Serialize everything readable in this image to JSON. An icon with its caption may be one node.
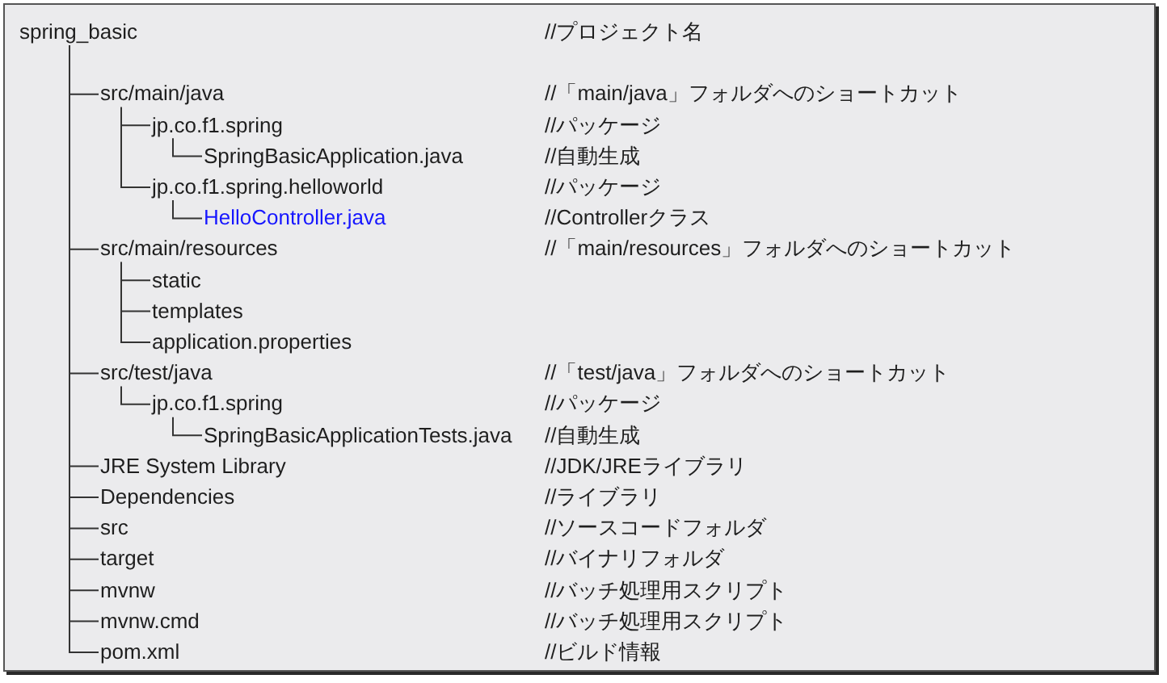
{
  "diagram": {
    "nodes": [
      {
        "text": [
          "spring_basic"
        ]
      },
      {
        "text": [
          "src/main/java"
        ]
      },
      {
        "text": [
          "jp.co.f1.spring"
        ]
      },
      {
        "text": [
          "SpringBasicApplication.java"
        ]
      },
      {
        "text": [
          "jp.co.f1.spring.helloworld"
        ]
      },
      {
        "text": [
          "HelloController.java"
        ]
      },
      {
        "text": [
          "src/main/resources"
        ]
      },
      {
        "text": [
          "static"
        ]
      },
      {
        "text": [
          "templates"
        ]
      },
      {
        "text": [
          "application.properties"
        ]
      },
      {
        "text": [
          "src/test/java"
        ]
      },
      {
        "text": [
          "jp.co.f1.spring"
        ]
      },
      {
        "text": [
          "SpringBasicApplicationTests.java"
        ]
      },
      {
        "text": [
          "JRE System Library"
        ]
      },
      {
        "text": [
          "Dependencies"
        ]
      },
      {
        "text": [
          "src"
        ]
      },
      {
        "text": [
          "target"
        ]
      },
      {
        "text": [
          "mvnw"
        ]
      },
      {
        "text": [
          "mvnw.cmd"
        ]
      },
      {
        "text": [
          "pom.xml"
        ]
      }
    ],
    "edges": [
      {
        "from": 0,
        "to": 1,
        "arrow": "none"
      },
      {
        "from": 1,
        "to": 2,
        "arrow": "none"
      },
      {
        "from": 2,
        "to": 3,
        "arrow": "none"
      },
      {
        "from": 1,
        "to": 4,
        "arrow": "none"
      },
      {
        "from": 4,
        "to": 5,
        "arrow": "none"
      },
      {
        "from": 0,
        "to": 6,
        "arrow": "none"
      },
      {
        "from": 6,
        "to": 7,
        "arrow": "none"
      },
      {
        "from": 6,
        "to": 8,
        "arrow": "none"
      },
      {
        "from": 6,
        "to": 9,
        "arrow": "none"
      },
      {
        "from": 0,
        "to": 10,
        "arrow": "none"
      },
      {
        "from": 10,
        "to": 11,
        "arrow": "none"
      },
      {
        "from": 11,
        "to": 12,
        "arrow": "none"
      },
      {
        "from": 0,
        "to": 13,
        "arrow": "none"
      },
      {
        "from": 0,
        "to": 14,
        "arrow": "none"
      },
      {
        "from": 0,
        "to": 15,
        "arrow": "none"
      },
      {
        "from": 0,
        "to": 16,
        "arrow": "none"
      },
      {
        "from": 0,
        "to": 17,
        "arrow": "none"
      },
      {
        "from": 0,
        "to": 18,
        "arrow": "none"
      },
      {
        "from": 0,
        "to": 19,
        "arrow": "none"
      }
    ],
    "labels": [
      "//プロジェクト名",
      "//「main/java」フォルダへのショートカット",
      "//パッケージ",
      "//自動生成",
      "//パッケージ",
      "//Controllerクラス",
      "//「main/resources」フォルダへのショートカット",
      "//「test/java」フォルダへのショートカット",
      "//パッケージ",
      "//自動生成",
      "//JDK/JREライブラリ",
      "//ライブラリ",
      "//ソースコードフォルダ",
      "//バイナリフォルダ",
      "//バッチ処理用スクリプト",
      "//バッチ処理用スクリプト",
      "//ビルド情報"
    ]
  }
}
